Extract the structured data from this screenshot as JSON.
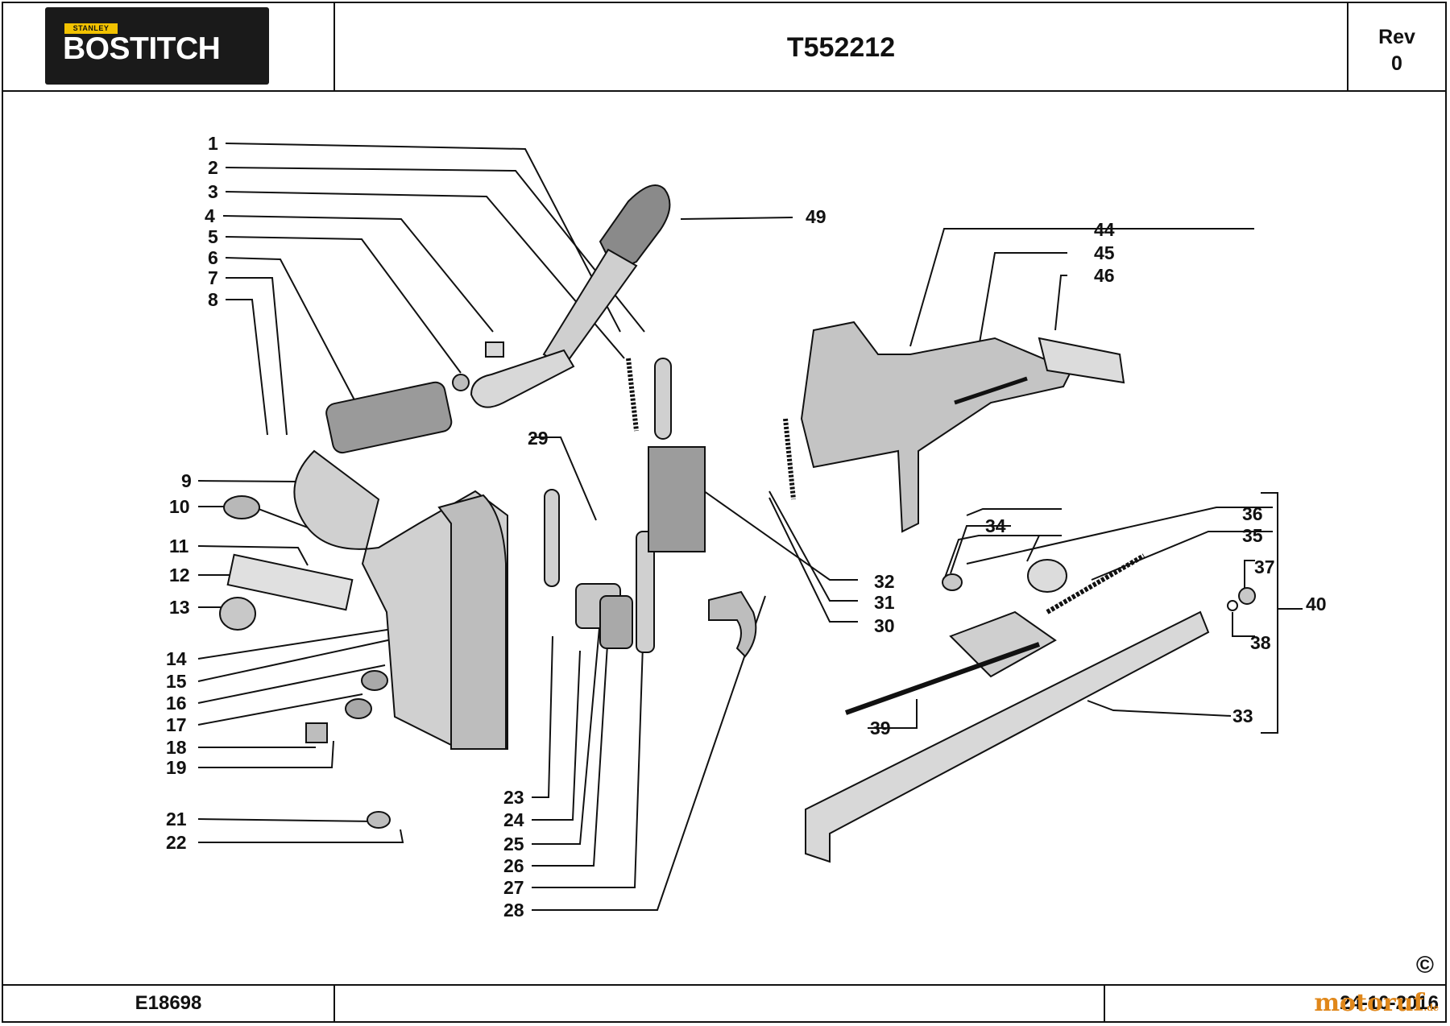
{
  "header": {
    "logo_top": "STANLEY",
    "logo_brand": "BOSTITCH",
    "part_number": "T552212",
    "rev_label": "Rev",
    "rev_value": "0"
  },
  "footer": {
    "drawing_number": "E18698",
    "date": "24-10-2016",
    "watermark": "motoruf",
    "watermark_suffix": ".de",
    "copyright": "©"
  },
  "callouts": [
    "1",
    "2",
    "3",
    "4",
    "5",
    "6",
    "7",
    "8",
    "9",
    "10",
    "11",
    "12",
    "13",
    "14",
    "15",
    "16",
    "17",
    "18",
    "19",
    "21",
    "22",
    "23",
    "24",
    "25",
    "26",
    "27",
    "28",
    "29",
    "30",
    "31",
    "32",
    "33",
    "34",
    "35",
    "36",
    "37",
    "38",
    "39",
    "40",
    "44",
    "45",
    "46",
    "49"
  ]
}
